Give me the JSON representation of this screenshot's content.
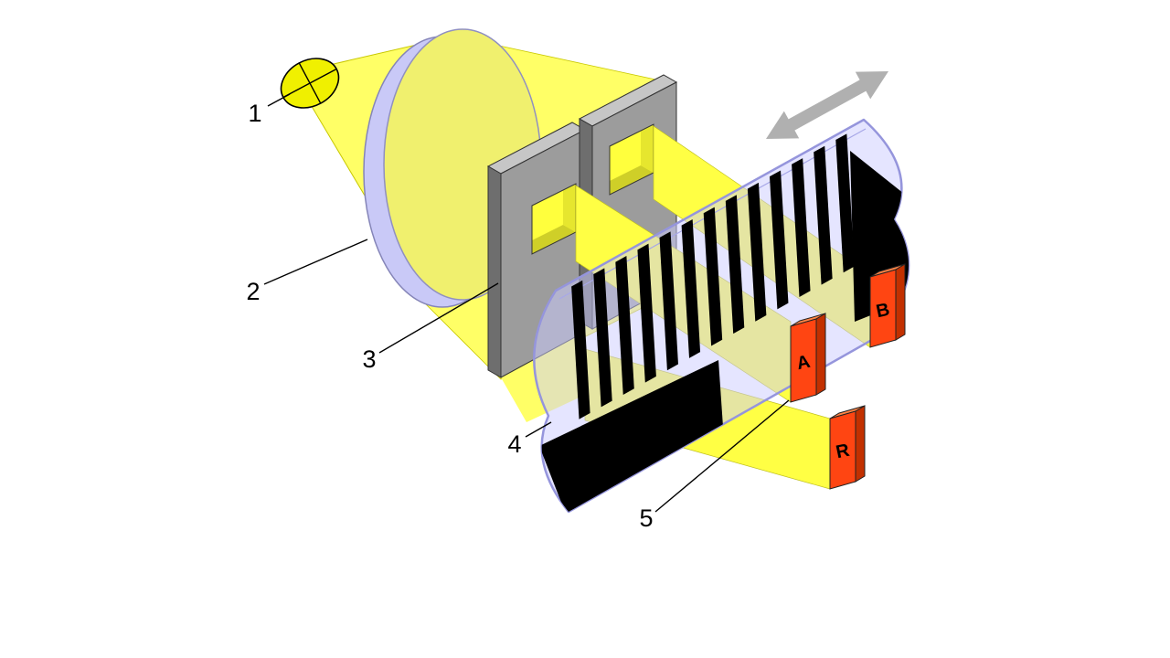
{
  "diagram": {
    "callouts": {
      "c1": "1",
      "c2": "2",
      "c3": "3",
      "c4": "4",
      "c5": "5"
    },
    "detectors": {
      "a": "A",
      "b": "B",
      "r": "R"
    },
    "colors": {
      "beam": "#FFFF66",
      "beam_bright": "#FFFF44",
      "lamp": "#F0F000",
      "lens_rim": "#C9C9F7",
      "lens_face": "#F0F06E",
      "mask": "#9C9C9C",
      "mask_top": "#C6C6C6",
      "mask_side": "#6E6E6E",
      "window_light": "#FFFF3D",
      "scale_film": "#CCCCFF",
      "scale_stroke": "#9595DC",
      "stripe": "#000000",
      "detector_front": "#FF4512",
      "detector_top": "#FF8345",
      "detector_side": "#C23000",
      "arrow": "#B0B0B0",
      "ink": "#000000"
    }
  }
}
